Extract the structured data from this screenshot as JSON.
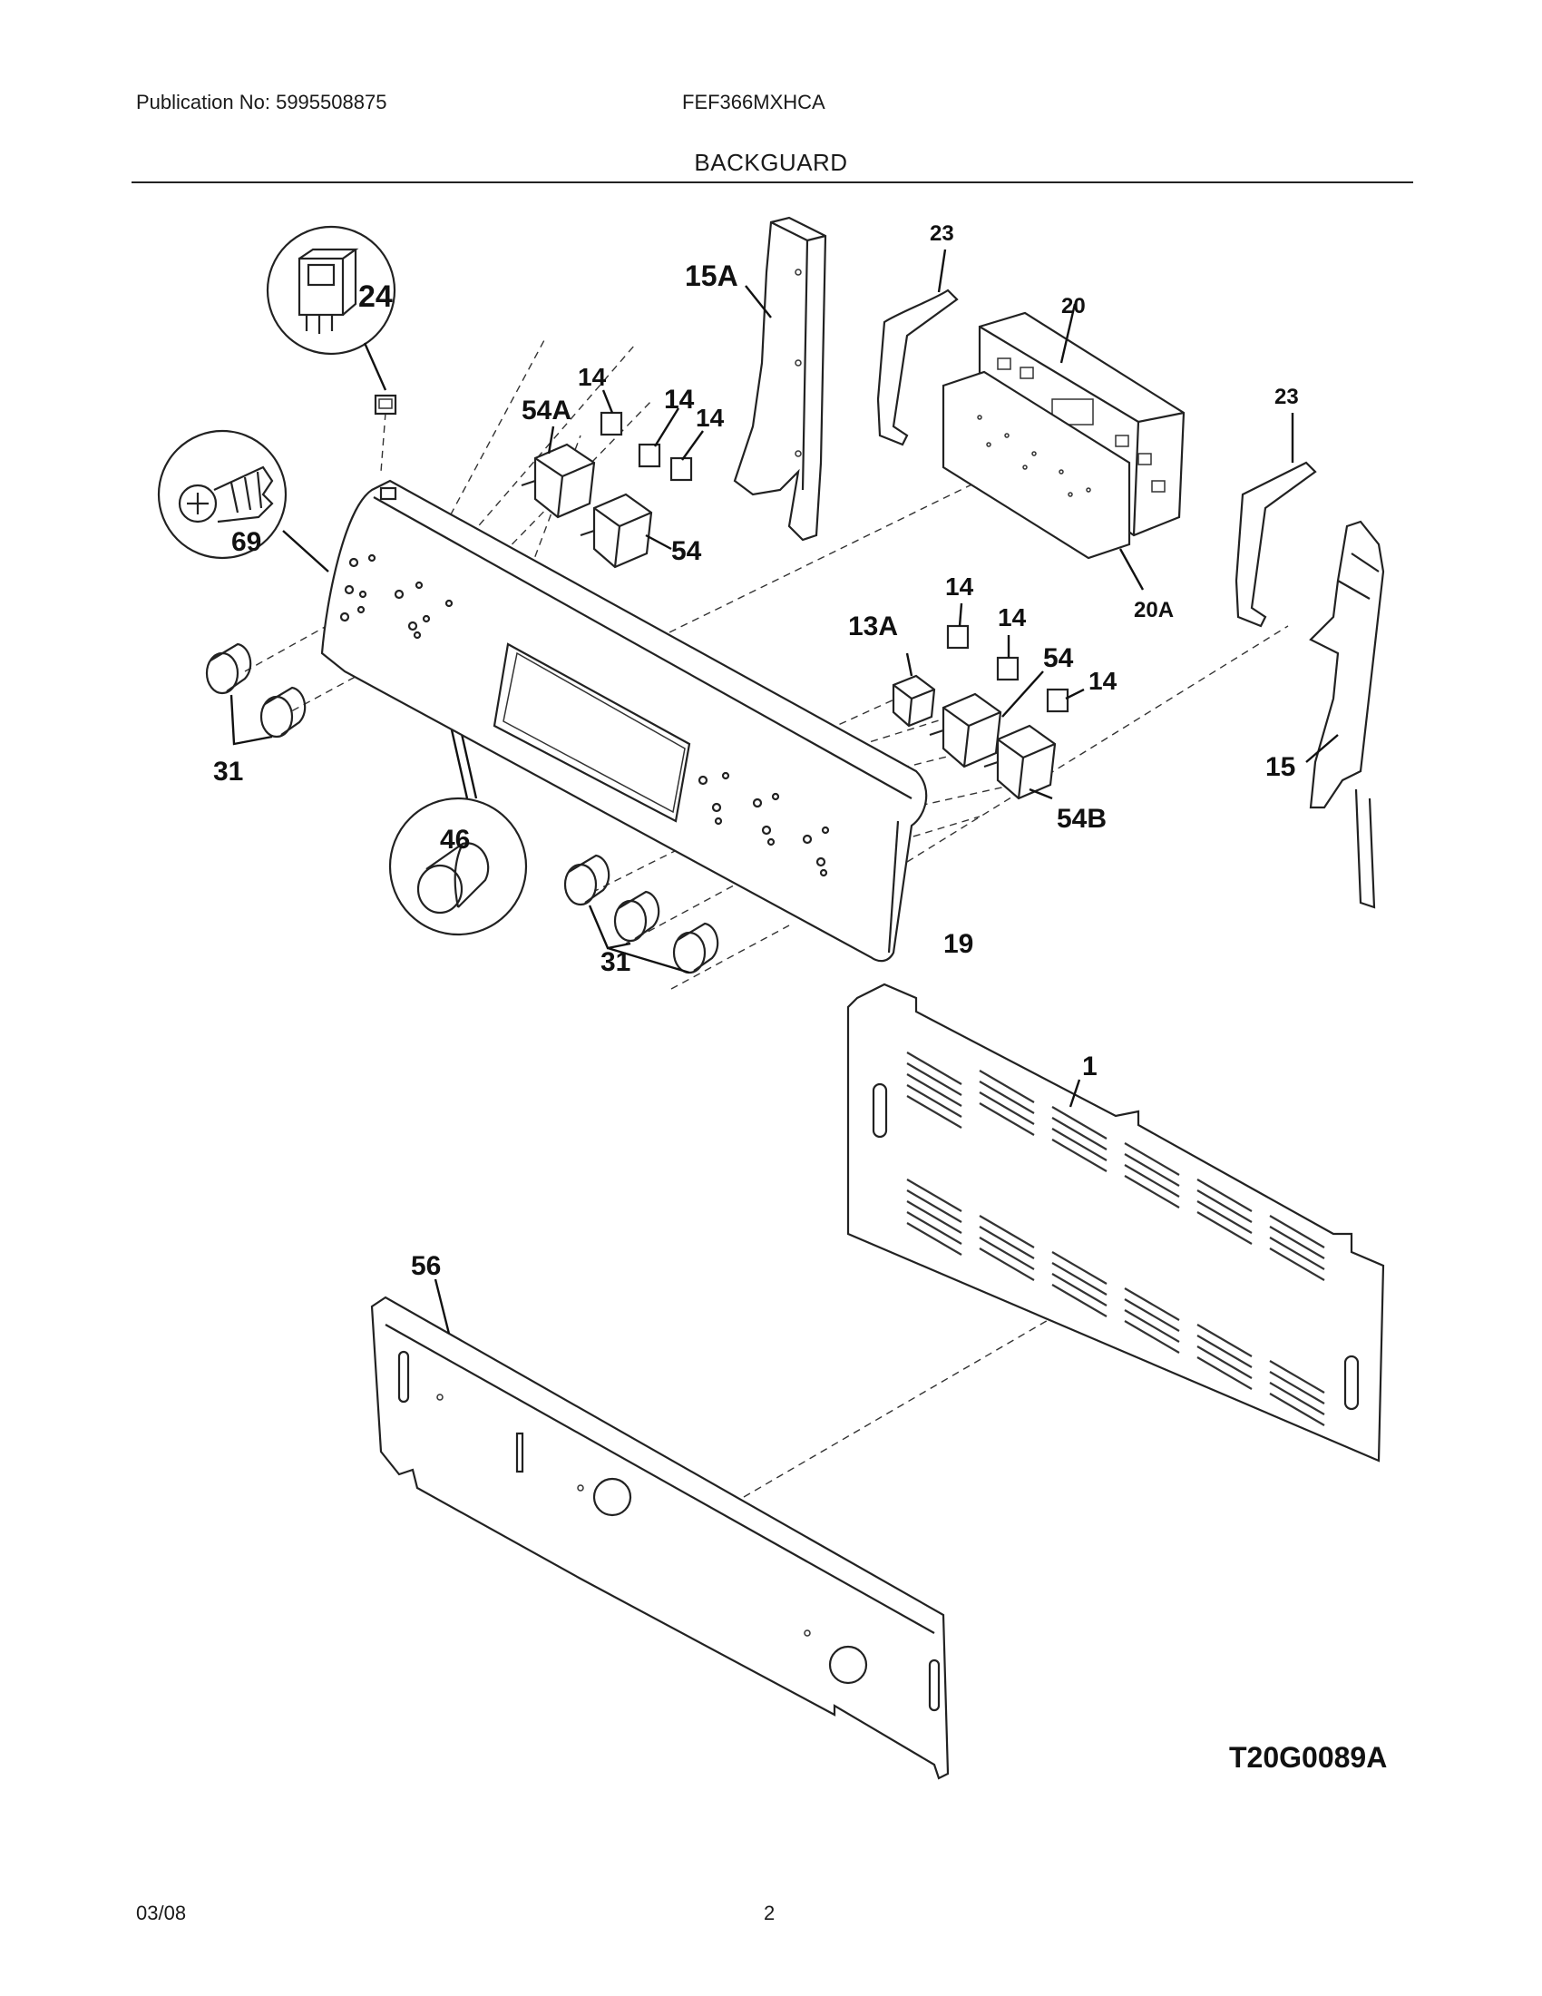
{
  "header": {
    "publication": "Publication No: 5995508875",
    "model": "FEF366MXHCA",
    "section_title": "BACKGUARD"
  },
  "diagram": {
    "drawing_id": "T20G0089A",
    "part_labels": [
      "24",
      "15A",
      "23",
      "20",
      "14",
      "54A",
      "14",
      "14",
      "69",
      "54",
      "23",
      "20A",
      "14",
      "13A",
      "14",
      "54",
      "14",
      "15",
      "31",
      "46",
      "54B",
      "19",
      "31",
      "1",
      "56"
    ]
  },
  "footer": {
    "date": "03/08",
    "page": "2"
  }
}
